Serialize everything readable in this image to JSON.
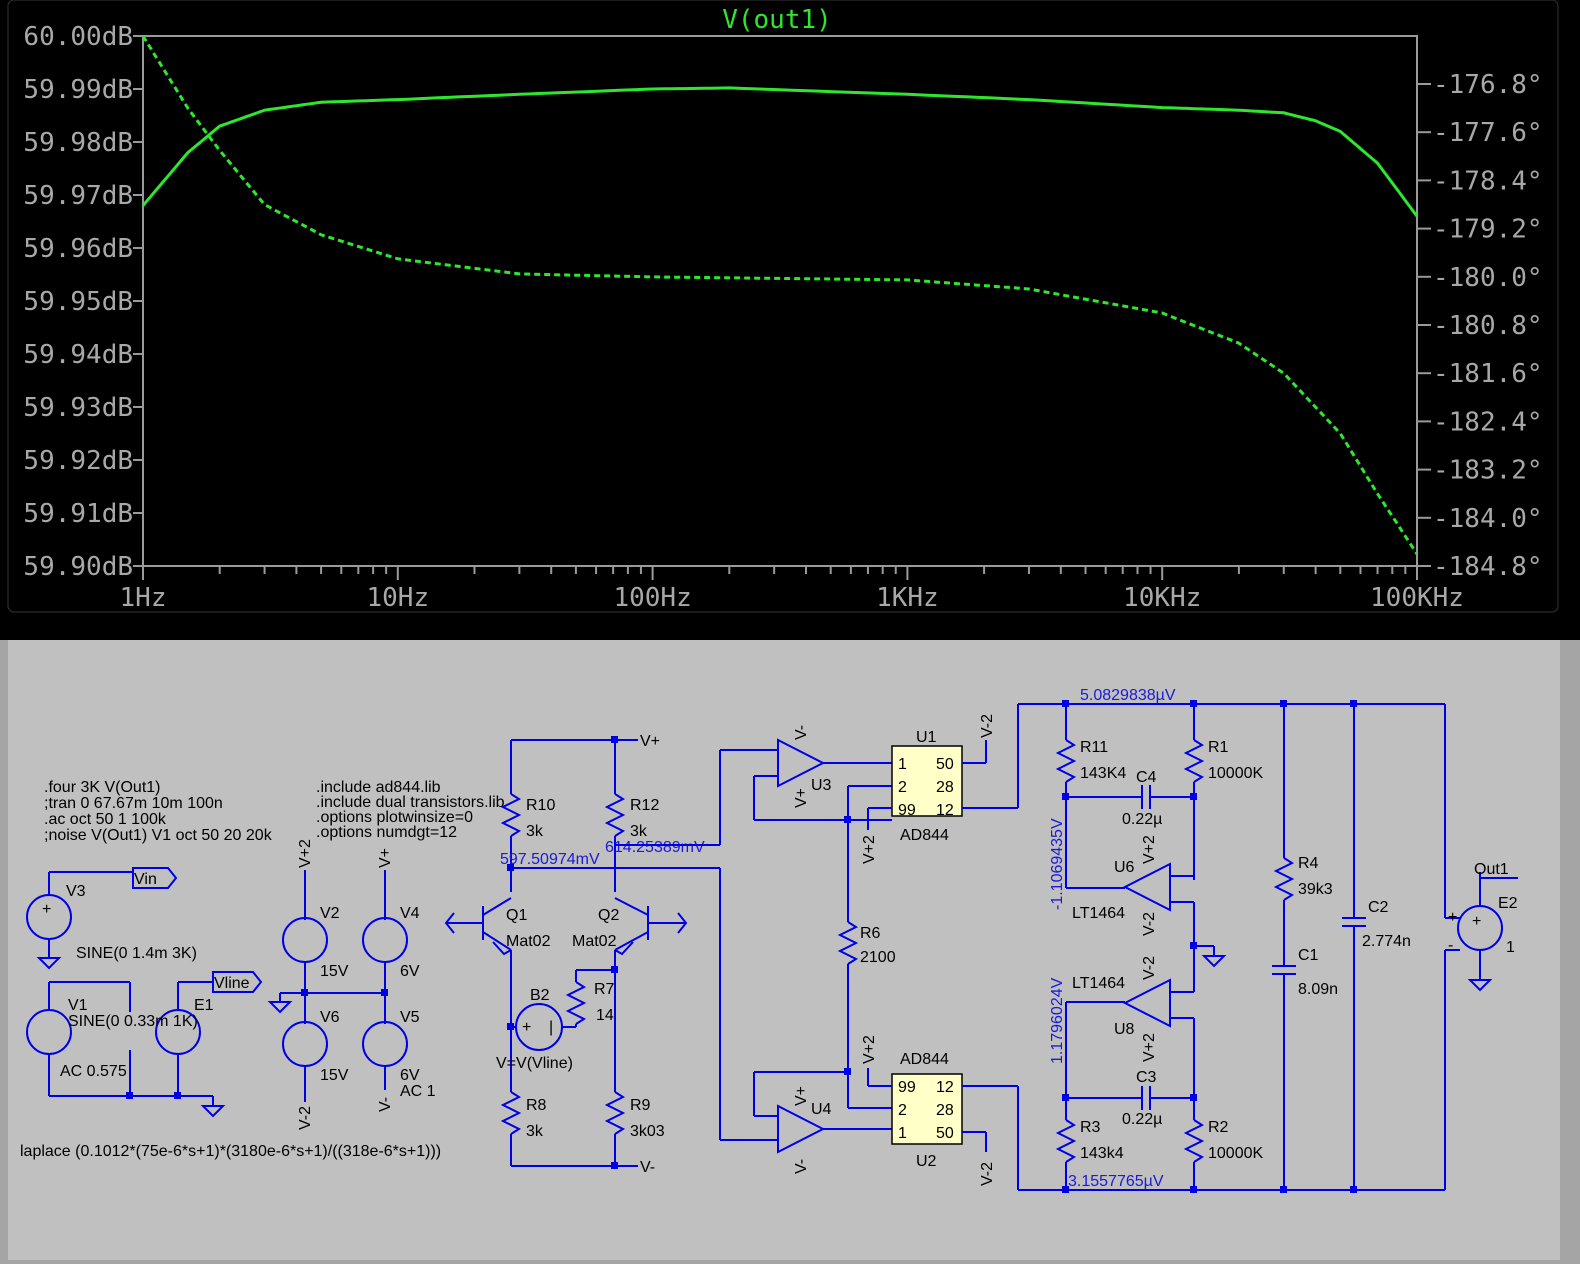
{
  "plot": {
    "trace_name": "V(out1)",
    "trace_color": "#2ee62e",
    "background": "#000000",
    "left_ticks": [
      "60.00dB",
      "59.99dB",
      "59.98dB",
      "59.97dB",
      "59.96dB",
      "59.95dB",
      "59.94dB",
      "59.93dB",
      "59.92dB",
      "59.91dB",
      "59.90dB"
    ],
    "right_ticks": [
      "-176.8°",
      "-177.6°",
      "-178.4°",
      "-179.2°",
      "-180.0°",
      "-180.8°",
      "-181.6°",
      "-182.4°",
      "-183.2°",
      "-184.0°",
      "-184.8°"
    ],
    "x_ticks": [
      "1Hz",
      "10Hz",
      "100Hz",
      "1KHz",
      "10KHz",
      "100KHz"
    ]
  },
  "chart_data": {
    "type": "line",
    "title": "V(out1)",
    "x_scale": "log",
    "xlim_hz": [
      1,
      100000
    ],
    "ylim_db": [
      59.9,
      60.0
    ],
    "y2lim_deg": [
      -184.8,
      -176.0
    ],
    "series": [
      {
        "name": "V(out1)",
        "axis": "left",
        "style": "solid",
        "x": [
          1,
          1.5,
          2,
          3,
          5,
          10,
          30,
          100,
          200,
          1000,
          3000,
          10000,
          20000,
          30000,
          40000,
          50000,
          70000,
          100000
        ],
        "y": [
          59.968,
          59.978,
          59.983,
          59.986,
          59.9875,
          59.988,
          59.989,
          59.99,
          59.9902,
          59.989,
          59.988,
          59.9865,
          59.986,
          59.9855,
          59.984,
          59.982,
          59.976,
          59.966
        ]
      },
      {
        "name": "V(out1)",
        "axis": "right",
        "style": "dashed",
        "x": [
          1,
          1.5,
          2,
          3,
          5,
          10,
          30,
          100,
          1000,
          3000,
          10000,
          20000,
          30000,
          50000,
          70000,
          100000
        ],
        "y": [
          -176.0,
          -177.2,
          -177.9,
          -178.8,
          -179.3,
          -179.7,
          -179.95,
          -180.0,
          -180.05,
          -180.2,
          -180.6,
          -181.1,
          -181.6,
          -182.6,
          -183.6,
          -184.6
        ]
      }
    ]
  },
  "schematic": {
    "directives": [
      ".four 3K V(Out1)",
      ";tran 0 67.67m 10m 100n",
      ".ac oct 50 1 100k",
      ";noise V(Out1) V1 oct 50 20 20k"
    ],
    "includes": [
      ".include ad844.lib",
      ".include dual transistors.lib",
      ".options plotwinsize=0",
      ".options numdgt=12"
    ],
    "laplace": "laplace (0.1012*(75e-6*s+1)*(3180e-6*s+1)/((318e-6*s+1)))",
    "node_voltages": [
      "597.50974mV",
      "614.25389mV",
      "5.0829838µV",
      "3.1557765µV",
      "-1.1069435V",
      "1.1796024V"
    ],
    "labels": {
      "V3": "V3",
      "V3_val": "SINE(0 1.4m 3K)",
      "Vin": "Vin",
      "V1": "V1",
      "V1_val": "SINE(0 0.33m 1K)",
      "V1_ac": "AC 0.575",
      "E1": "E1",
      "Vline": "Vline",
      "V2": "V2",
      "V2_val": "15V",
      "V6": "V6",
      "V6_val": "15V",
      "V4": "V4",
      "V4_val": "6V",
      "V5": "V5",
      "V5_val": "6V",
      "V5_ac": "AC 1",
      "Vp2": "V+2",
      "Vm2": "V-2",
      "Vp": "V+",
      "Vm": "V-",
      "R10": "R10",
      "R10_val": "3k",
      "R12": "R12",
      "R12_val": "3k",
      "Q1": "Q1",
      "Q1_val": "Mat02",
      "Q2": "Q2",
      "Q2_val": "Mat02",
      "B2": "B2",
      "B2_val": "V=V(Vline)",
      "R7": "R7",
      "R7_val": "14",
      "R8": "R8",
      "R8_val": "3k",
      "R9": "R9",
      "R9_val": "3k03",
      "U3": "U3",
      "U4": "U4",
      "R6": "R6",
      "R6_val": "2100",
      "U1": "U1",
      "U1_part": "AD844",
      "U2": "U2",
      "U2_part": "AD844",
      "pin1": "1",
      "pin2": "2",
      "pin99": "99",
      "pin50": "50",
      "pin28": "28",
      "pin12": "12",
      "R11": "R11",
      "R11_val": "143K4",
      "R1": "R1",
      "R1_val": "10000K",
      "C4": "C4",
      "C4_val": "0.22µ",
      "U6": "U6",
      "U6_part": "LT1464",
      "U8": "U8",
      "U8_part": "LT1464",
      "C3": "C3",
      "C3_val": "0.22µ",
      "R3": "R3",
      "R3_val": "143k4",
      "R2": "R2",
      "R2_val": "10000K",
      "R4": "R4",
      "R4_val": "39k3",
      "C1": "C1",
      "C1_val": "8.09n",
      "C2": "C2",
      "C2_val": "2.774n",
      "Out1": "Out1",
      "E2": "E2",
      "E2_val": "1",
      "plus": "+",
      "minus": "-"
    }
  }
}
